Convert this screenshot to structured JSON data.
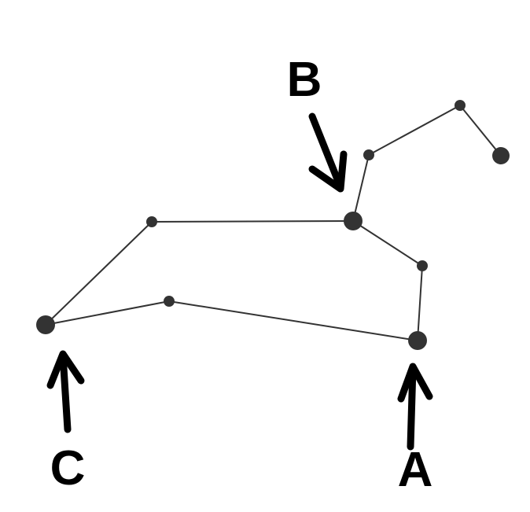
{
  "labels": {
    "a": "A",
    "b": "B",
    "c": "C"
  },
  "colors": {
    "line": "#333333",
    "star": "#333333",
    "arrow": "#000000",
    "background": "#ffffff"
  }
}
